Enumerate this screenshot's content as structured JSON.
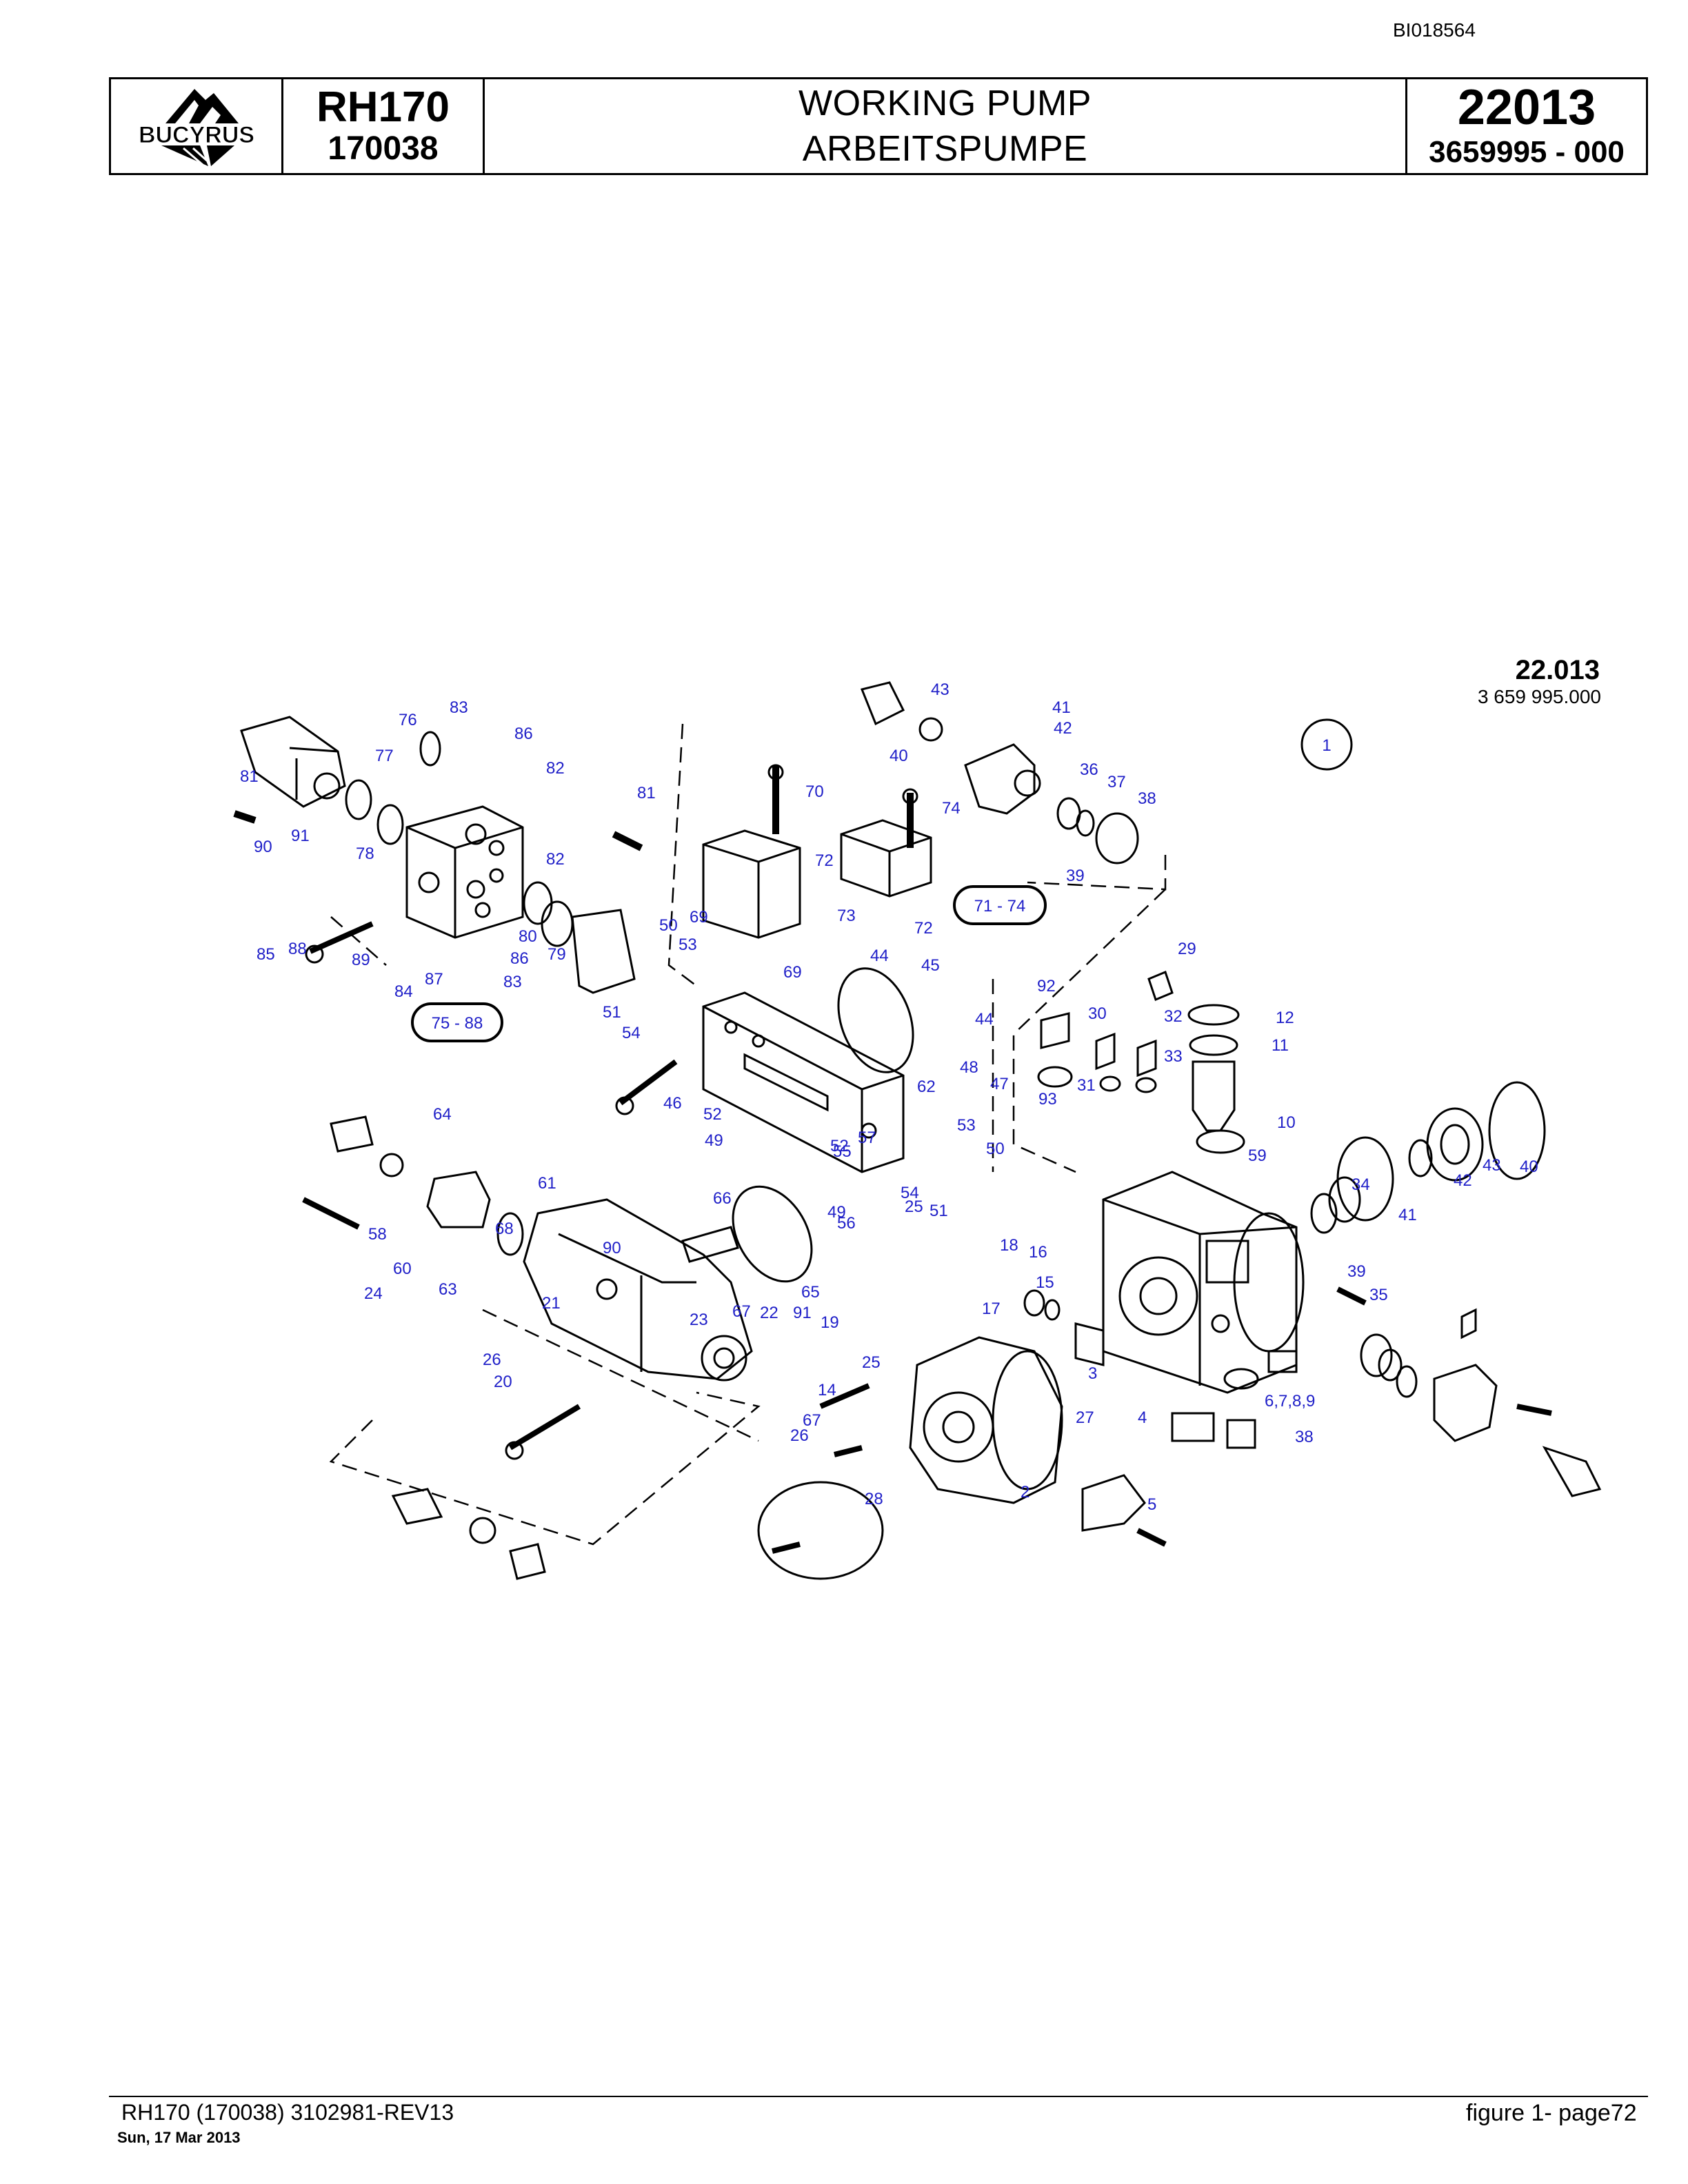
{
  "header": {
    "doc_code": "BI018564",
    "brand": "BUCYRUS",
    "model": "RH170",
    "serial": "170038",
    "title_en": "WORKING PUMP",
    "title_de": "ARBEITSPUMPE",
    "figure_number": "22013",
    "part_number": "3659995  - 000"
  },
  "figure_ref": {
    "number": "22.013",
    "part": "3 659 995.000",
    "circle_label": "1"
  },
  "groups": [
    "75 - 88",
    "71 - 74"
  ],
  "callouts": [
    "76",
    "83",
    "86",
    "77",
    "81",
    "82",
    "81",
    "91",
    "90",
    "78",
    "82",
    "85",
    "88",
    "89",
    "87",
    "84",
    "83",
    "86",
    "80",
    "79",
    "75 - 88",
    "50",
    "53",
    "69",
    "70",
    "72",
    "73",
    "72",
    "74",
    "71 - 74",
    "69",
    "43",
    "41",
    "42",
    "40",
    "36",
    "37",
    "38",
    "39",
    "51",
    "54",
    "46",
    "44",
    "45",
    "44",
    "92",
    "30",
    "32",
    "33",
    "31",
    "93",
    "29",
    "12",
    "11",
    "10",
    "47",
    "48",
    "53",
    "50",
    "52",
    "49",
    "52",
    "54",
    "51",
    "49",
    "59",
    "62",
    "55",
    "56",
    "57",
    "67",
    "68",
    "91",
    "90",
    "66",
    "64",
    "61",
    "58",
    "60",
    "63",
    "65",
    "67",
    "25",
    "26",
    "20",
    "19",
    "21",
    "22",
    "24",
    "23",
    "18",
    "16",
    "15",
    "17",
    "14",
    "26",
    "25",
    "28",
    "27",
    "2",
    "3",
    "5",
    "4",
    "6,7,8,9",
    "38",
    "39",
    "35",
    "34",
    "41",
    "42",
    "43",
    "40"
  ],
  "footer": {
    "left": "RH170 (170038) 3102981-REV13",
    "date": "Sun, 17 Mar 2013",
    "right": "figure  1- page72"
  }
}
